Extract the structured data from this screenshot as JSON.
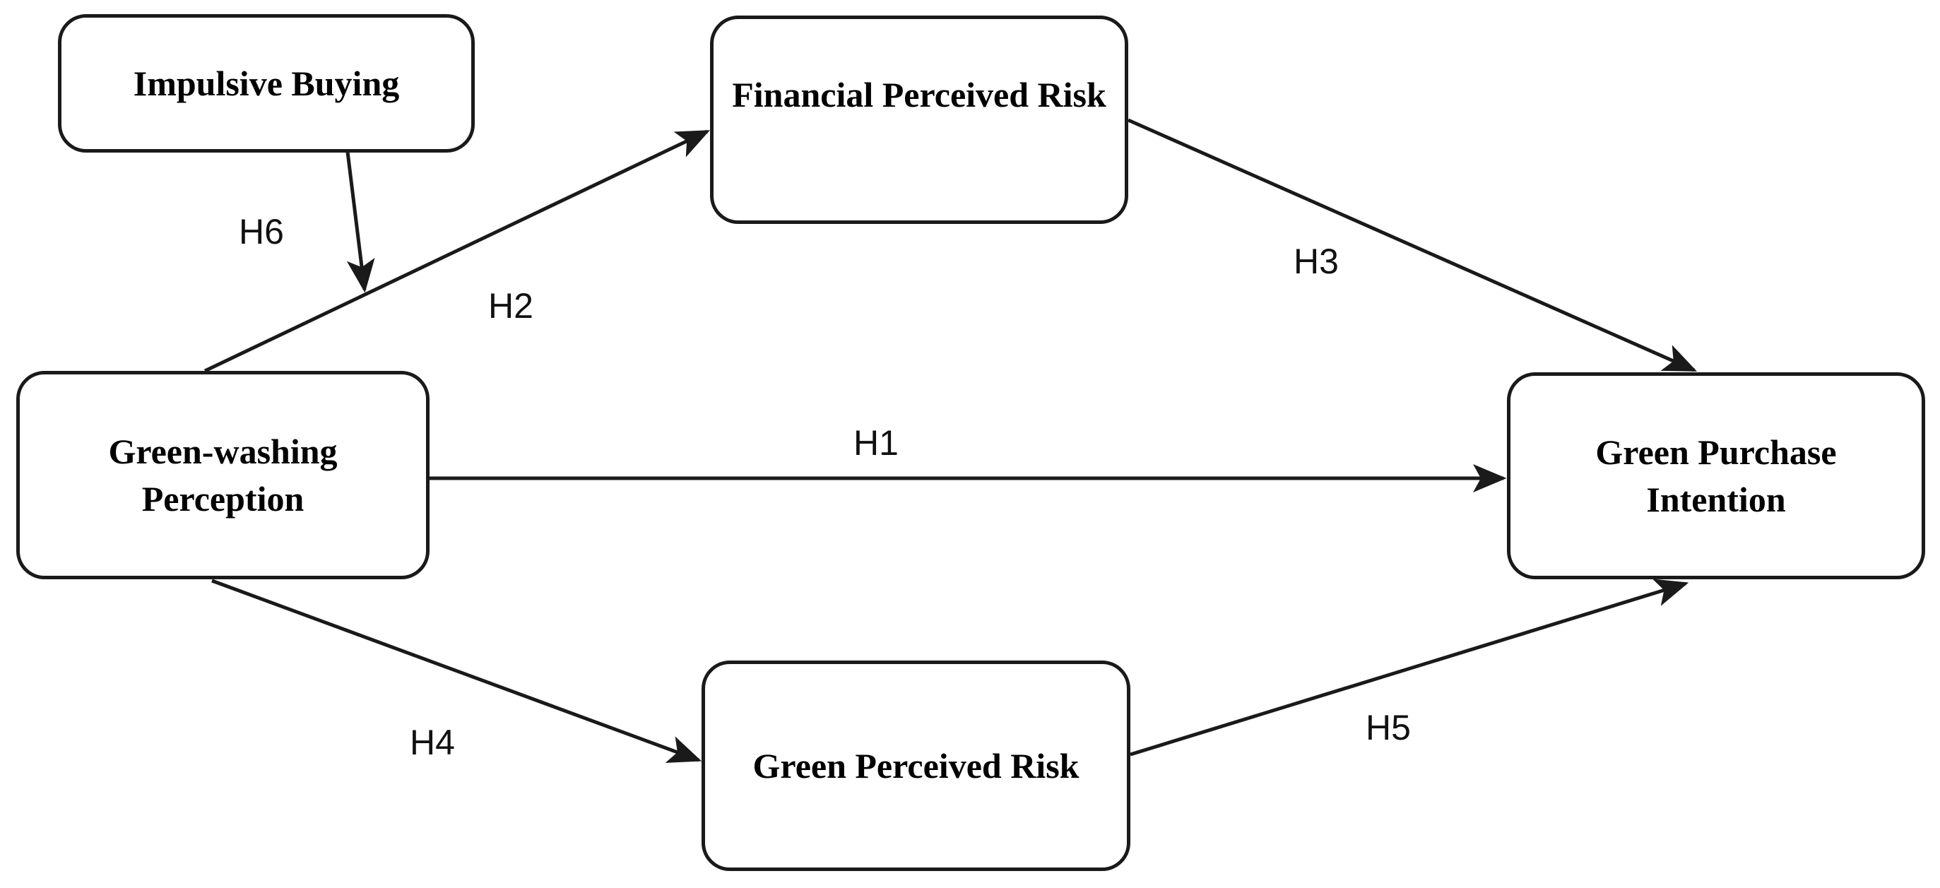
{
  "diagram": {
    "type": "hypothesis-path-model",
    "background": "#ffffff",
    "nodes": [
      {
        "id": "impulsive-buying",
        "label": "Impulsive Buying"
      },
      {
        "id": "financial-perceived-risk",
        "label": "Financial Perceived Risk"
      },
      {
        "id": "greenwashing-perception",
        "label": "Green-washing Perception"
      },
      {
        "id": "green-purchase-intention",
        "label": "Green Purchase Intention"
      },
      {
        "id": "green-perceived-risk",
        "label": "Green Perceived Risk"
      }
    ],
    "edges": [
      {
        "id": "H1",
        "label": "H1",
        "from": "greenwashing-perception",
        "to": "green-purchase-intention"
      },
      {
        "id": "H2",
        "label": "H2",
        "from": "greenwashing-perception",
        "to": "financial-perceived-risk"
      },
      {
        "id": "H3",
        "label": "H3",
        "from": "financial-perceived-risk",
        "to": "green-purchase-intention"
      },
      {
        "id": "H4",
        "label": "H4",
        "from": "greenwashing-perception",
        "to": "green-perceived-risk"
      },
      {
        "id": "H5",
        "label": "H5",
        "from": "green-perceived-risk",
        "to": "green-purchase-intention"
      },
      {
        "id": "H6",
        "label": "H6",
        "from": "impulsive-buying",
        "to": "path-H2"
      }
    ],
    "colors": {
      "node_border": "#1a1a1a",
      "node_fill": "#ffffff",
      "arrow": "#1a1a1a",
      "node_text": "#000000",
      "edge_label_text": "#111111"
    }
  }
}
